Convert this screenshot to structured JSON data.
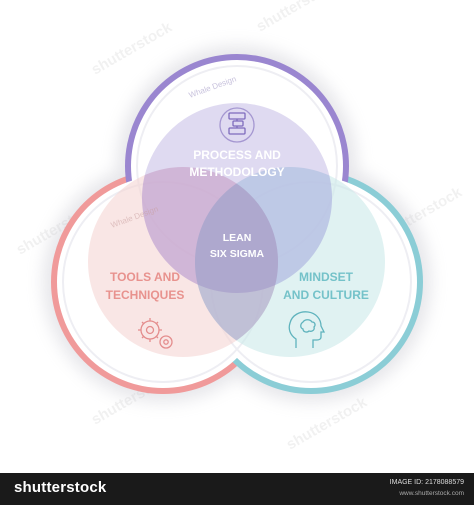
{
  "diagram": {
    "center": [
      "LEAN",
      "SIX SIGMA"
    ],
    "top": {
      "lines": [
        "PROCESS AND",
        "METHODOLOGY"
      ],
      "icon": "flowchart-icon",
      "color": "#8e78c9"
    },
    "left": {
      "lines": [
        "TOOLS AND",
        "TECHNIQUES"
      ],
      "icon": "gears-icon",
      "color": "#e99090"
    },
    "right": {
      "lines": [
        "MINDSET",
        "AND CULTURE"
      ],
      "icon": "head-brain-icon",
      "color": "#7ec8cf"
    },
    "watermark_text": "Whale Design",
    "stock_watermark": "shutterstock"
  },
  "footer": {
    "brand": "shutterstock",
    "image_id": "IMAGE ID: 2178088579",
    "site": "www.shutterstock.com"
  }
}
